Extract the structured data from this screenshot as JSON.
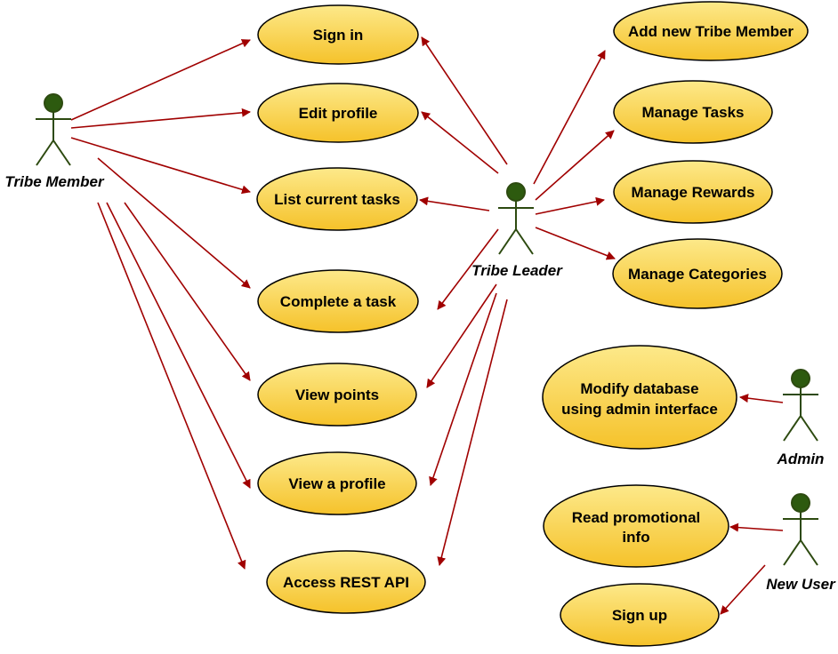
{
  "actors": {
    "tribe_member": "Tribe Member",
    "tribe_leader": "Tribe Leader",
    "admin": "Admin",
    "new_user": "New User"
  },
  "use_cases": {
    "sign_in": "Sign in",
    "edit_profile": "Edit profile",
    "list_current_tasks": "List current tasks",
    "complete_a_task": "Complete a task",
    "view_points": "View points",
    "view_a_profile": "View a profile",
    "access_rest_api": "Access REST API",
    "add_new_tribe_member": "Add new Tribe Member",
    "manage_tasks": "Manage Tasks",
    "manage_rewards": "Manage Rewards",
    "manage_categories": "Manage Categories",
    "modify_database_line1": "Modify database",
    "modify_database_line2": "using admin interface",
    "read_promotional_line1": "Read promotional",
    "read_promotional_line2": "info",
    "sign_up": "Sign up"
  },
  "colors": {
    "use_case_fill_top": "#fde98a",
    "use_case_fill_bottom": "#f5c22a",
    "use_case_stroke": "#000000",
    "actor_fill": "#2d5a0f",
    "actor_stroke": "#2d4a10",
    "arrow": "#a00000"
  }
}
